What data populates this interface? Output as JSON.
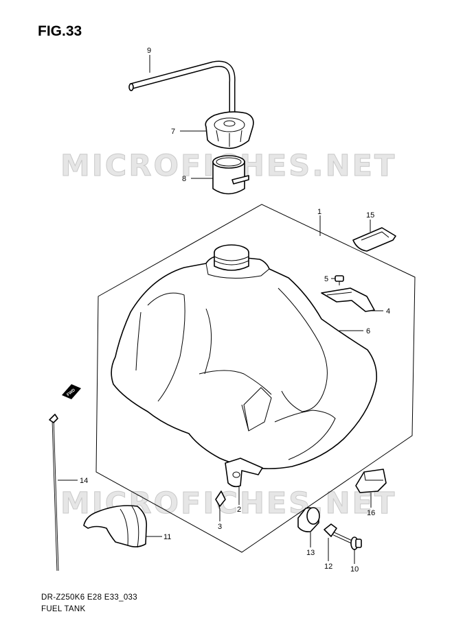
{
  "figure": {
    "title": "FIG.33"
  },
  "watermark": {
    "text": "MICROFICHES.NET"
  },
  "footer": {
    "model_code": "DR-Z250K6 E28 E33_033",
    "caption": "FUEL TANK"
  },
  "fwd_label": "FWD",
  "callouts": {
    "c1": "1",
    "c2": "2",
    "c3": "3",
    "c4": "4",
    "c5": "5",
    "c6": "6",
    "c7": "7",
    "c8": "8",
    "c9": "9",
    "c10": "10",
    "c11": "11",
    "c12": "12",
    "c13": "13",
    "c14": "14",
    "c15": "15",
    "c16": "16"
  },
  "colors": {
    "ink": "#000000",
    "background": "#ffffff",
    "watermark": "#d0d0d0"
  }
}
